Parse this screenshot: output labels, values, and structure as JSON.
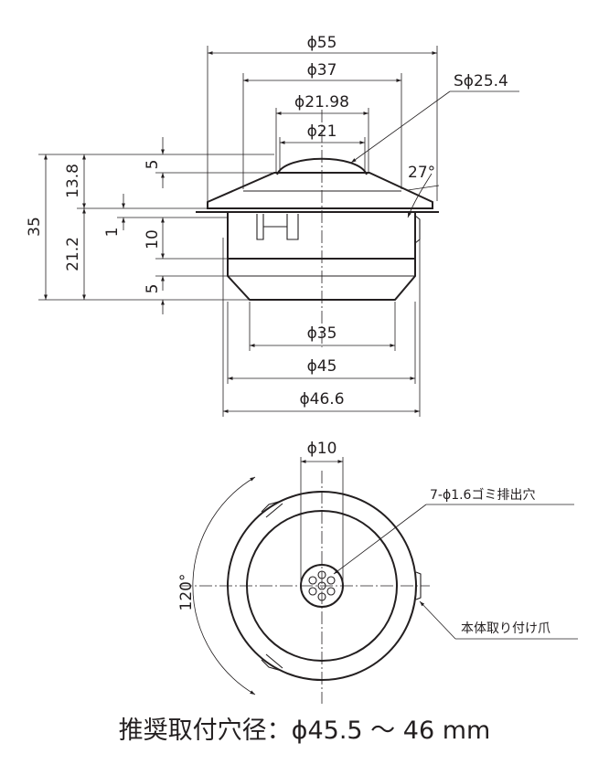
{
  "side_view": {
    "diam_55": "ϕ55",
    "diam_37": "ϕ37",
    "diam_21_98": "ϕ21.98",
    "diam_21": "ϕ21",
    "sphere": "Sϕ25.4",
    "angle_27": "27°",
    "h_5_top": "5",
    "h_13_8": "13.8",
    "h_35": "35",
    "h_1": "1",
    "h_10": "10",
    "h_21_2": "21.2",
    "h_5_bottom": "5",
    "diam_35": "ϕ35",
    "diam_45": "ϕ45",
    "diam_46_6": "ϕ46.6"
  },
  "bottom_view": {
    "diam_10": "ϕ10",
    "holes_note": "7-ϕ1.6ゴミ排出穴",
    "angle_120": "120°",
    "claw_note": "本体取り付け爪"
  },
  "footer": {
    "recommended_hole": "推奨取付穴径：ϕ45.5 ～ 46 mm"
  }
}
